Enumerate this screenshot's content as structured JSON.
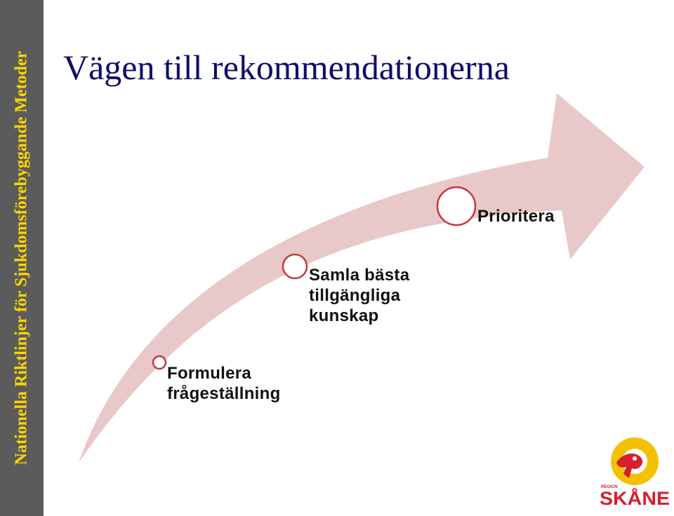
{
  "side_banner": {
    "text": "Nationella Riktlinjer för Sjukdomsförebyggande Metoder"
  },
  "title": "Vägen till rekommendationerna",
  "steps": [
    {
      "line1": "Formulera",
      "line2": "frågeställning",
      "line3": ""
    },
    {
      "line1": "Samla bästa",
      "line2": "tillgängliga",
      "line3": "kunskap"
    },
    {
      "line1": "Prioritera",
      "line2": "",
      "line3": ""
    }
  ],
  "logo": {
    "small_text": "REGION",
    "name": "SKÅNE"
  },
  "colors": {
    "banner_bg": "#5b5b5b",
    "banner_text": "#ffd500",
    "title": "#0d0d6b",
    "arrow_fill": "#e8c8c8",
    "circle_stroke": "#c23a3a",
    "logo_yellow": "#f2c200",
    "logo_red": "#d81e2a"
  }
}
